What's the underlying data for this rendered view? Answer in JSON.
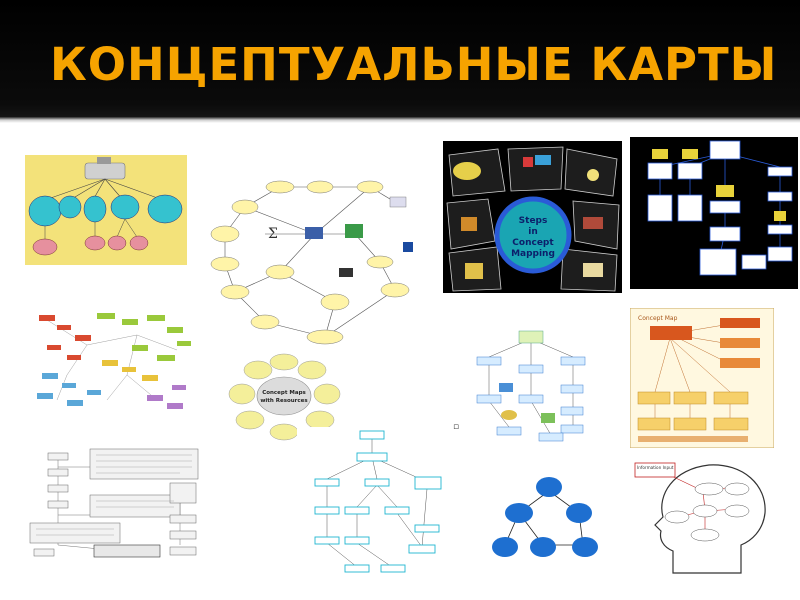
{
  "slide": {
    "title": "КОНЦЕПТУАЛЬНЫЕ КАРТЫ"
  },
  "thumbnails": {
    "resources_map": {
      "center_label": "Concept Maps with Resources"
    },
    "steps_map": {
      "center_label": "Steps in Concept Mapping"
    },
    "medical_map": {
      "heading": "Concept Map"
    },
    "brain_map": {
      "input_label": "Information Input"
    }
  },
  "colors": {
    "title": "#f6a300",
    "title_bar": "#000000",
    "slide_background": "#ffffff",
    "steps_map_ring": "#2a5bd7",
    "node_blue": "#1e6fd0"
  },
  "marker": {
    "text": "▫"
  }
}
